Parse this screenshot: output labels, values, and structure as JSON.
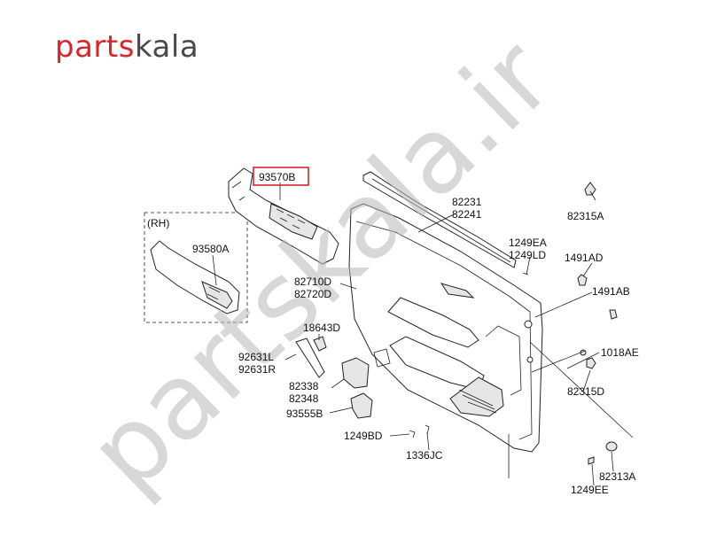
{
  "brand": {
    "part1": "parts",
    "part2": "kala",
    "accent": "#d9262b",
    "text": "#4a4a4a"
  },
  "watermark": "partskala.ir",
  "rh_box_label": "(RH)",
  "highlight_color": "#d9262b",
  "parts": [
    {
      "id": "p1",
      "lines": [
        "93570B"
      ],
      "highlighted": true
    },
    {
      "id": "p2",
      "lines": [
        "93580A"
      ]
    },
    {
      "id": "p3",
      "lines": [
        "82231",
        "82241"
      ]
    },
    {
      "id": "p4",
      "lines": [
        "82315A"
      ]
    },
    {
      "id": "p5",
      "lines": [
        "1249EA",
        "1249LD"
      ]
    },
    {
      "id": "p6",
      "lines": [
        "1491AD"
      ]
    },
    {
      "id": "p7",
      "lines": [
        "82710D",
        "82720D"
      ]
    },
    {
      "id": "p8",
      "lines": [
        "1491AB"
      ]
    },
    {
      "id": "p9",
      "lines": [
        "18643D"
      ]
    },
    {
      "id": "p10",
      "lines": [
        "92631L",
        "92631R"
      ]
    },
    {
      "id": "p11",
      "lines": [
        "1018AE"
      ]
    },
    {
      "id": "p12",
      "lines": [
        "82338",
        "82348"
      ]
    },
    {
      "id": "p13",
      "lines": [
        "82315D"
      ]
    },
    {
      "id": "p14",
      "lines": [
        "93555B"
      ]
    },
    {
      "id": "p15",
      "lines": [
        "1249BD"
      ]
    },
    {
      "id": "p16",
      "lines": [
        "1336JC"
      ]
    },
    {
      "id": "p17",
      "lines": [
        "82313A"
      ]
    },
    {
      "id": "p18",
      "lines": [
        "1249EE"
      ]
    }
  ]
}
